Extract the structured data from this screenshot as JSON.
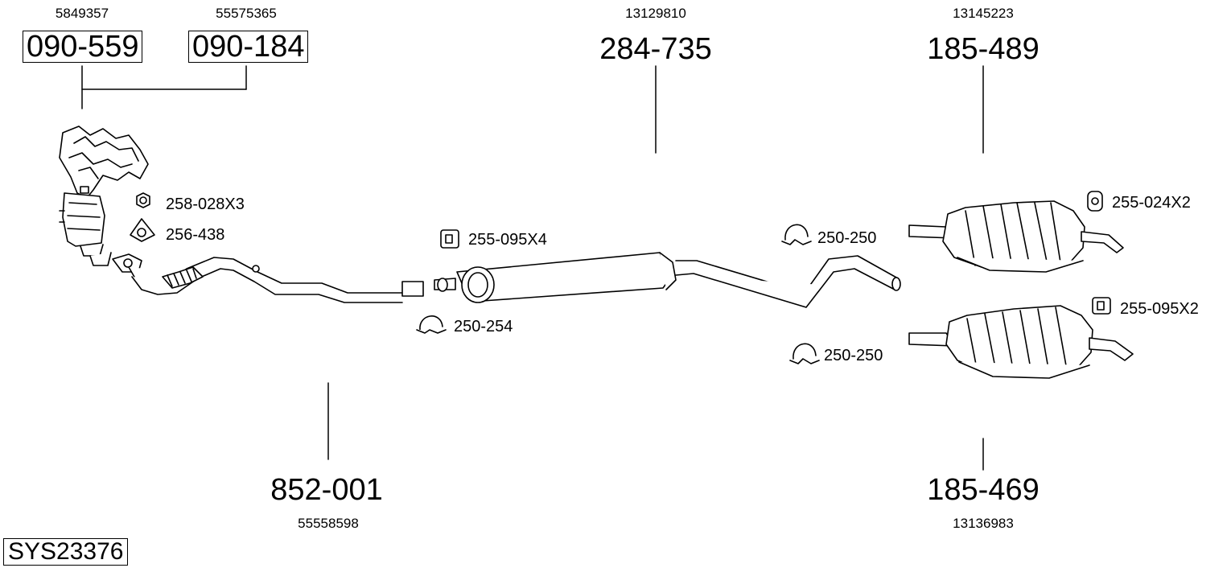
{
  "system": {
    "code": "SYS23376"
  },
  "parts": {
    "manifold_left": {
      "part_no": "090-559",
      "oe_no": "5849357"
    },
    "manifold_right": {
      "part_no": "090-184",
      "oe_no": "55575365"
    },
    "middle_silencer": {
      "part_no": "284-735",
      "oe_no": "13129810"
    },
    "rear_silencer_upper": {
      "part_no": "185-489",
      "oe_no": "13145223"
    },
    "front_pipe": {
      "part_no": "852-001",
      "oe_no": "55558598"
    },
    "rear_silencer_lower": {
      "part_no": "185-469",
      "oe_no": "13136983"
    }
  },
  "accessories": {
    "nut": "258-028X3",
    "gasket": "256-438",
    "rubber_mount_middle": "255-095X4",
    "clamp_front": "250-254",
    "clamp_middle": "250-250",
    "clamp_rear": "250-250",
    "rubber_mount_upper": "255-024X2",
    "rubber_mount_lower": "255-095X2"
  },
  "icons": {
    "nut": "hex-nut-icon",
    "gasket": "flange-gasket-icon",
    "clamp": "pipe-clamp-icon",
    "rubber_mount": "rubber-mount-icon"
  }
}
